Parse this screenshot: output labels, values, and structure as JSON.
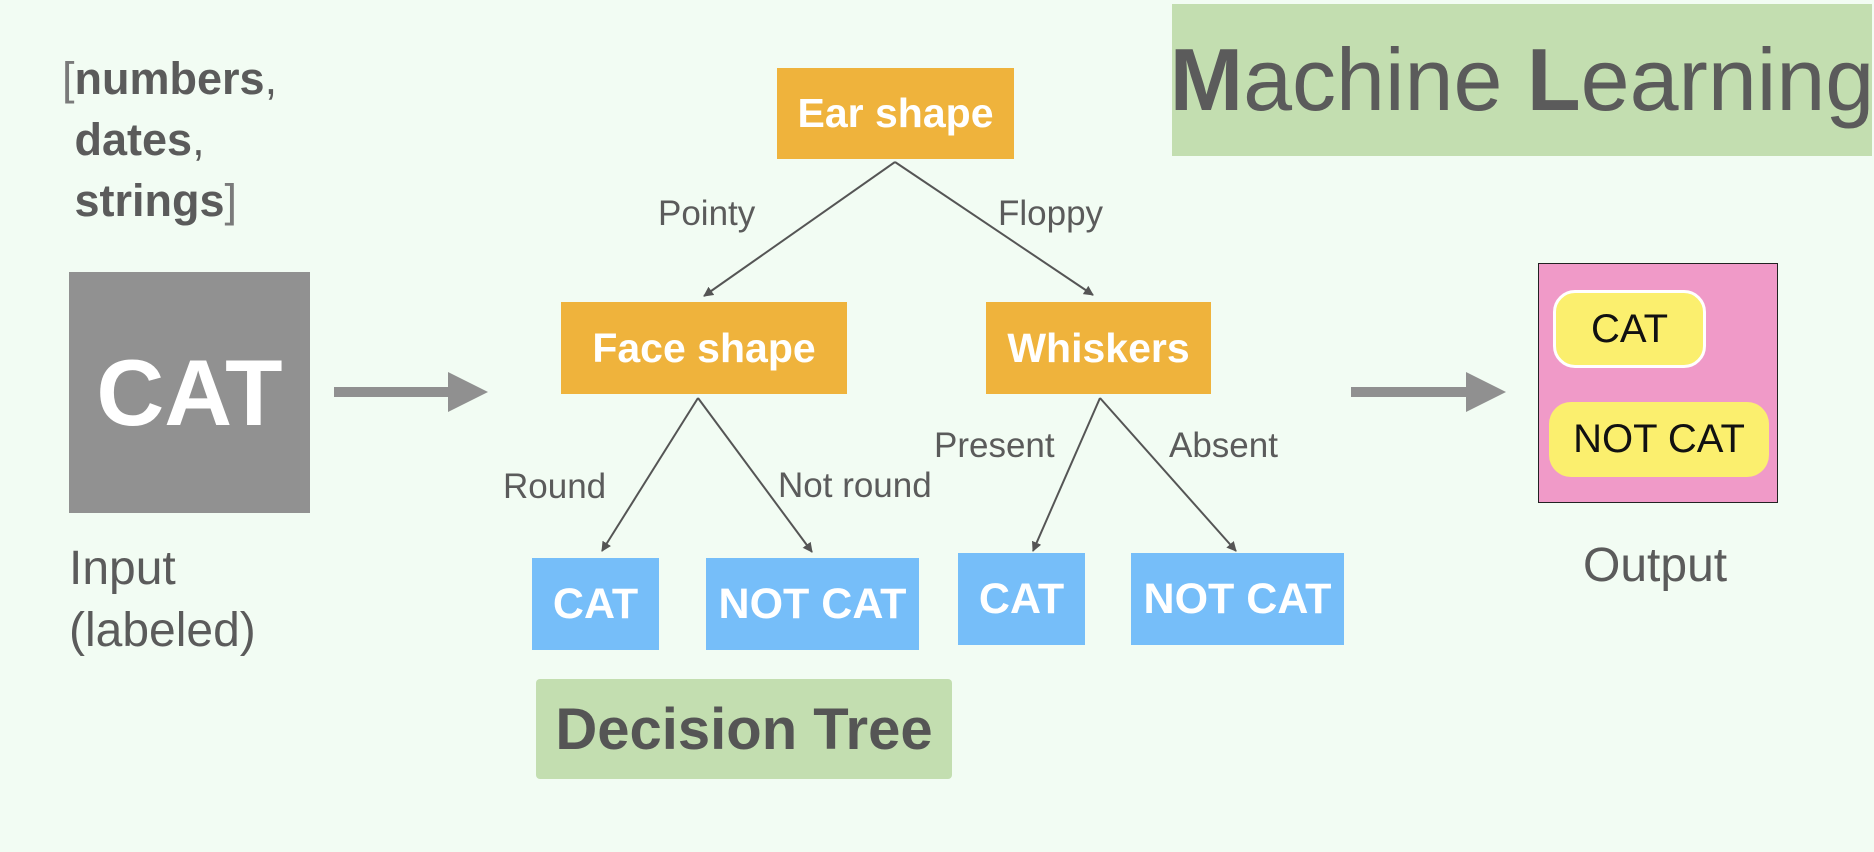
{
  "title": {
    "initial1": "M",
    "rest1": "achine ",
    "initial2": "L",
    "rest2": "earning"
  },
  "input_types": {
    "numbers": "numbers",
    "dates": "dates",
    "strings": "strings"
  },
  "input_card": {
    "label": "CAT",
    "caption_line1": "Input",
    "caption_line2": "(labeled)"
  },
  "tree": {
    "root": "Ear shape",
    "edge_pointy": "Pointy",
    "edge_floppy": "Floppy",
    "face_shape": "Face shape",
    "whiskers": "Whiskers",
    "edge_round": "Round",
    "edge_not_round": "Not round",
    "edge_present": "Present",
    "edge_absent": "Absent",
    "leaf_1": "CAT",
    "leaf_2": "NOT CAT",
    "leaf_3": "CAT",
    "leaf_4": "NOT CAT",
    "label": "Decision Tree"
  },
  "output": {
    "option_1": "CAT",
    "option_2": "NOT CAT",
    "caption": "Output"
  },
  "colors": {
    "background": "#f2fcf3",
    "green": "#c3deb0",
    "orange": "#efb33c",
    "blue": "#76bef9",
    "pink": "#f09ac8",
    "yellow": "#fbef6e",
    "gray": "#919191"
  }
}
